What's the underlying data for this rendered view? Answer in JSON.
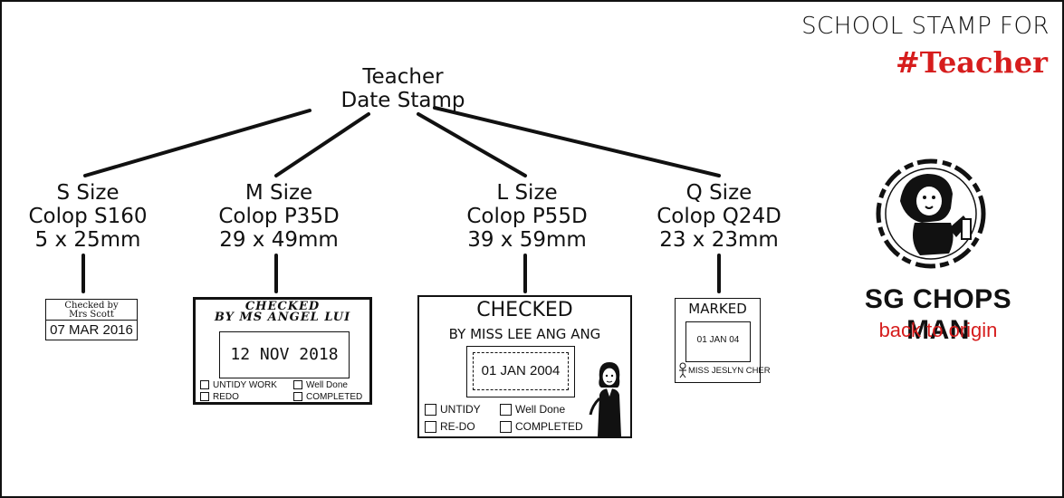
{
  "brand": {
    "line1": "SCHOOL STAMP FOR",
    "line2": "#Teacher",
    "accent_color": "#d61d1d"
  },
  "root": {
    "line1": "Teacher",
    "line2": "Date Stamp"
  },
  "sizes": [
    {
      "line1": "S Size",
      "line2": "Colop S160",
      "line3": "5 x 25mm"
    },
    {
      "line1": "M Size",
      "line2": "Colop P35D",
      "line3": "29 x 49mm"
    },
    {
      "line1": "L Size",
      "line2": "Colop P55D",
      "line3": "39 x 59mm"
    },
    {
      "line1": "Q Size",
      "line2": "Colop Q24D",
      "line3": "23 x 23mm"
    }
  ],
  "stamps": {
    "s": {
      "line1": "Checked by",
      "line2": "Mrs Scott",
      "date": "07 MAR 2016"
    },
    "m": {
      "line1": "CHECKED",
      "line2": "BY MS ANGEL LUI",
      "date": "12 NOV 2018",
      "options": [
        "UNTIDY WORK",
        "Well Done",
        "REDO",
        "COMPLETED"
      ]
    },
    "l": {
      "title": "CHECKED",
      "subtitle": "BY MISS LEE ANG ANG",
      "date": "01 JAN 2004",
      "options": [
        "UNTIDY",
        "Well Done",
        "RE-DO",
        "COMPLETED"
      ]
    },
    "q": {
      "title": "MARKED",
      "date": "01 JAN 04",
      "name": "MISS JESLYN CHER"
    }
  },
  "logo": {
    "title": "SG CHOPS MAN",
    "tagline": "back to origin"
  }
}
